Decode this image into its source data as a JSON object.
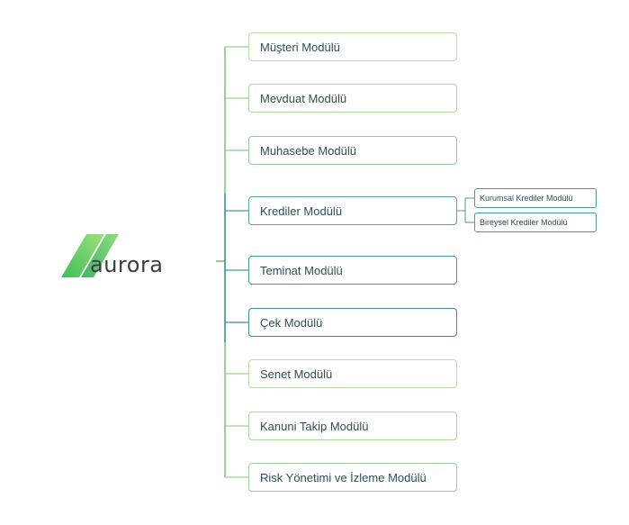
{
  "logo": {
    "text": "aurora"
  },
  "modules": [
    {
      "label": "Müşteri Modülü",
      "border": "#b9dca4"
    },
    {
      "label": "Mevduat Modülü",
      "border": "#aad59f"
    },
    {
      "label": "Muhasebe Modülü",
      "border": "#94c9a0"
    },
    {
      "label": "Krediler Modülü",
      "border": "#5aa7a2"
    },
    {
      "label": "Teminat Modülü",
      "border": "#4a98a0"
    },
    {
      "label": "Çek Modülü",
      "border": "#3f8e9c"
    },
    {
      "label": "Senet Modülü",
      "border": "#b9dca4"
    },
    {
      "label": "Kanuni Takip Modülü",
      "border": "#aad59f"
    },
    {
      "label": "Risk Yönetimi ve İzleme Modülü",
      "border": "#9ccf9f"
    }
  ],
  "sub_modules": [
    {
      "label": "Kurumsal Krediler Modülü"
    },
    {
      "label": "Bireysel Krediler Modülü"
    }
  ]
}
